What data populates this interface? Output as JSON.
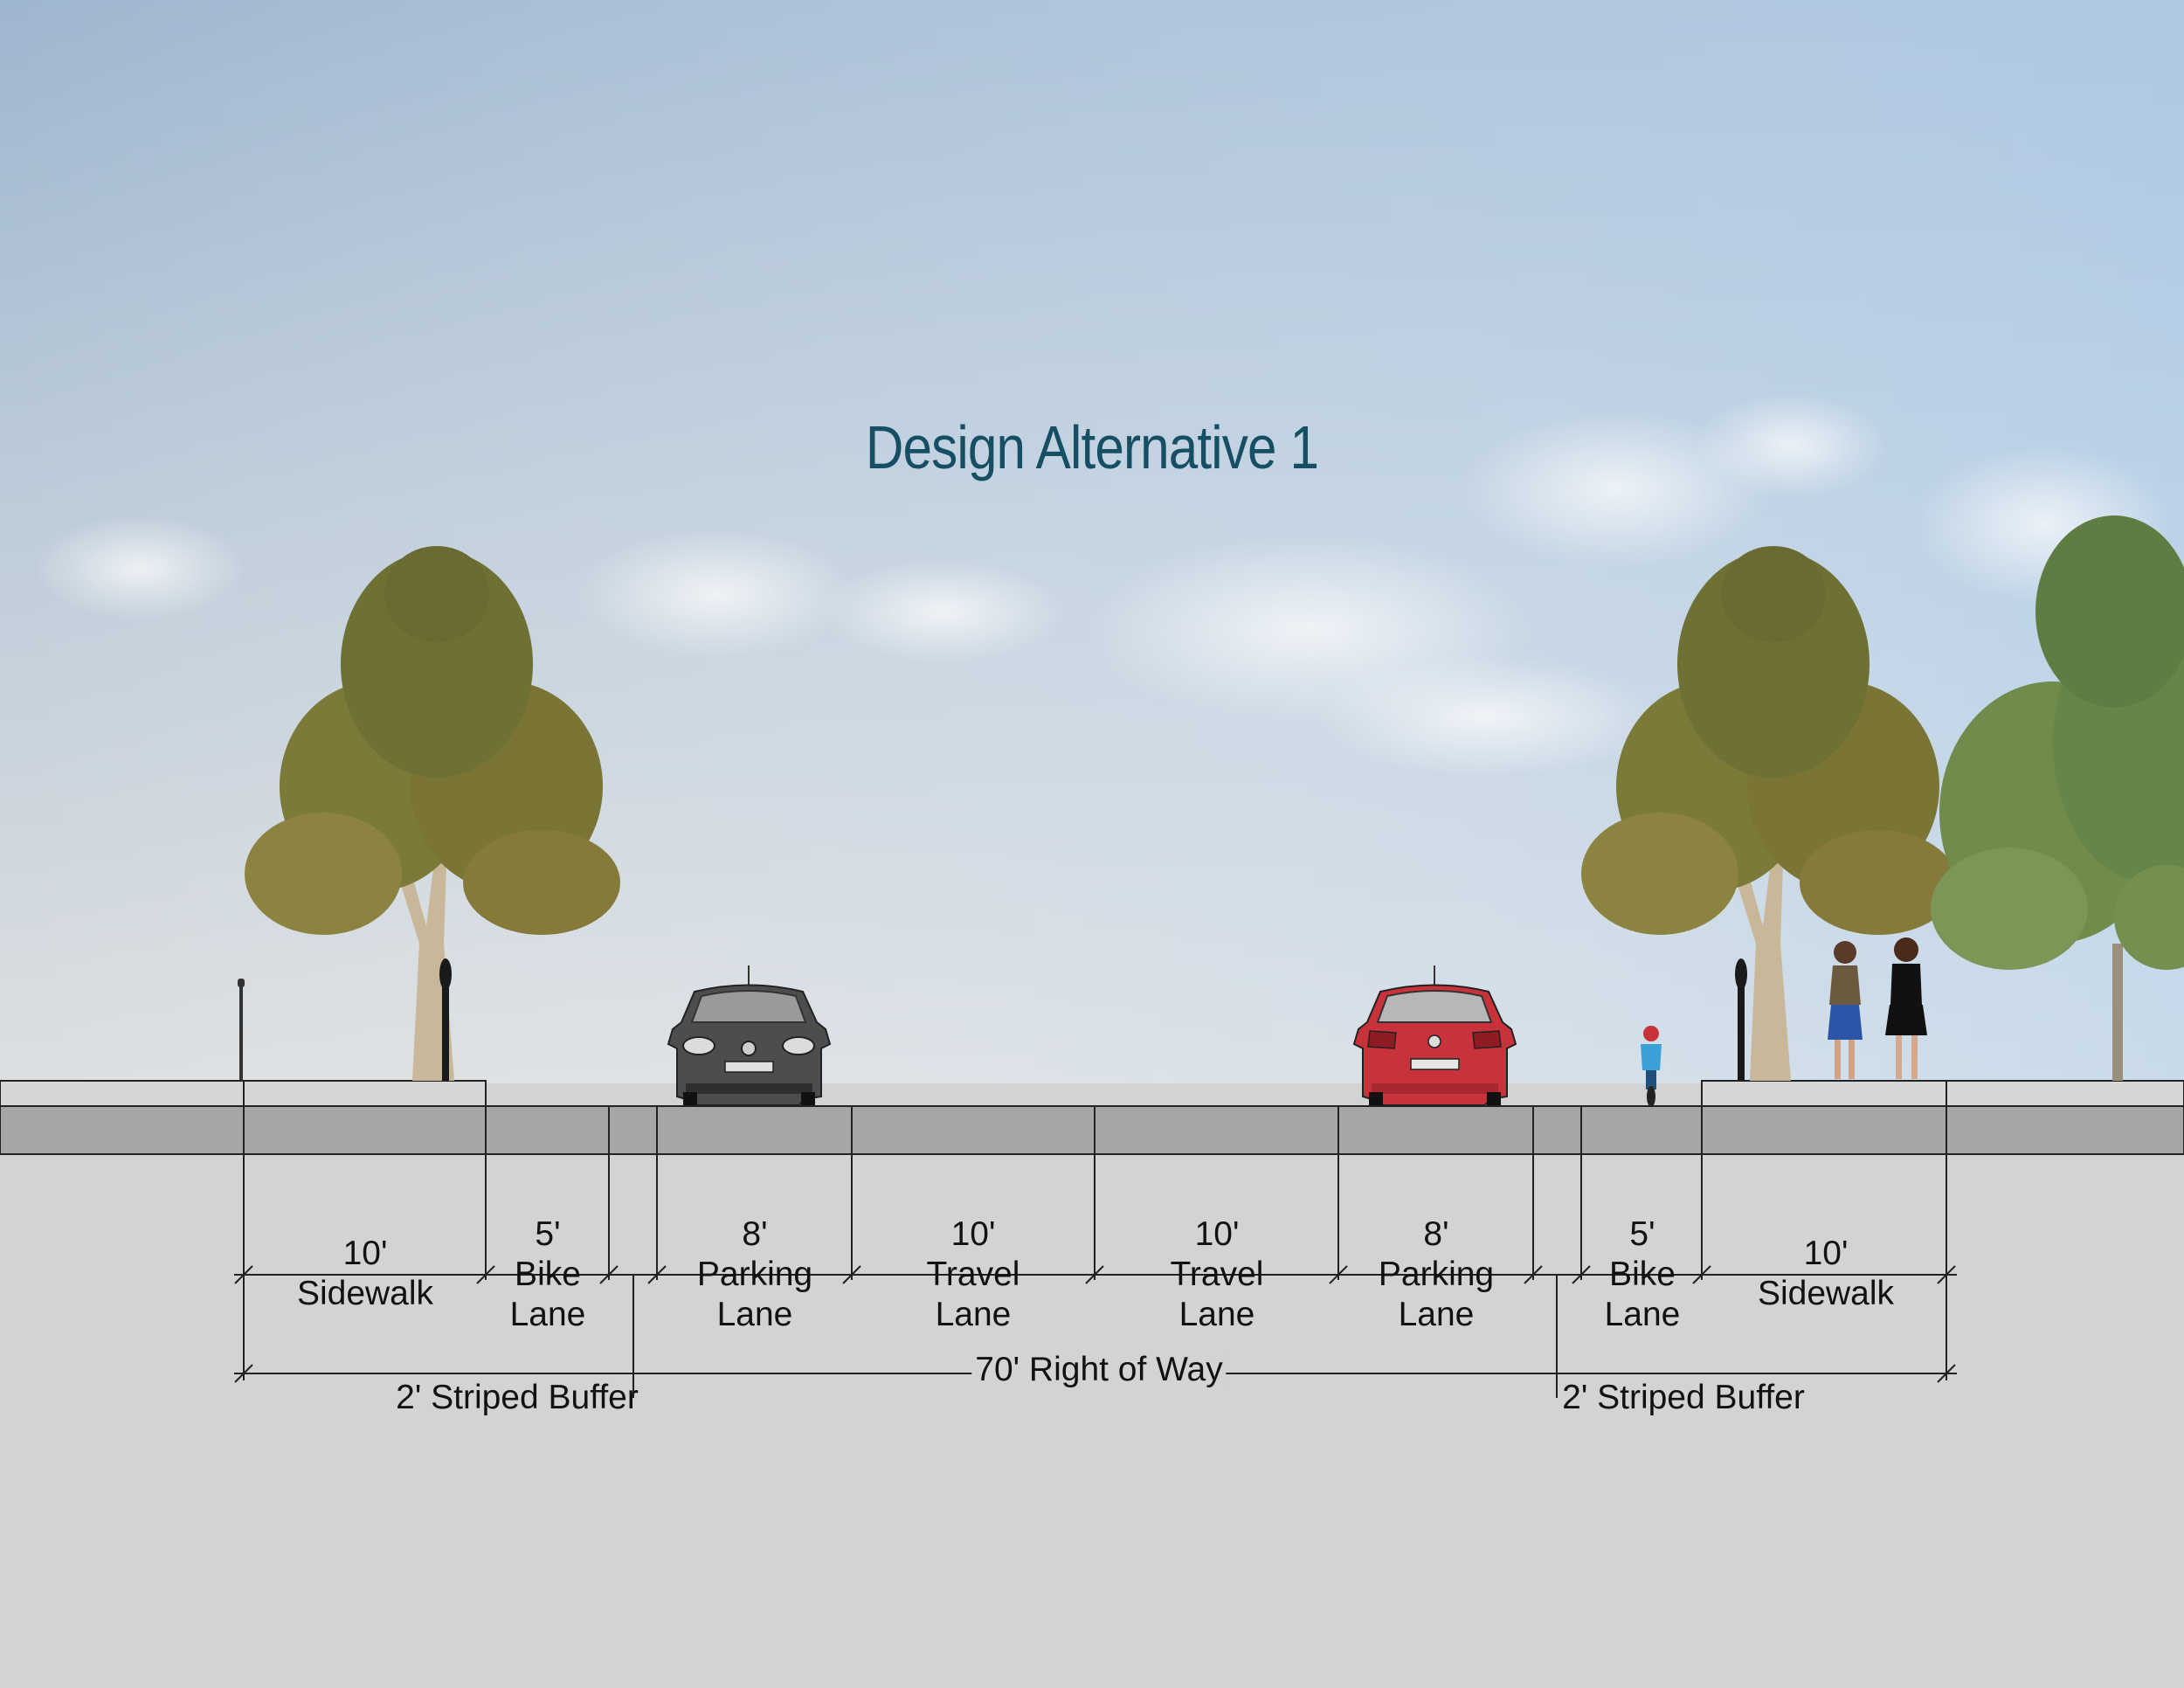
{
  "title": "Design Alternative 1",
  "segments": [
    {
      "width": "10'",
      "name": "Sidewalk"
    },
    {
      "width": "5'",
      "name_line1": "Bike",
      "name_line2": "Lane"
    },
    {
      "width": "8'",
      "name_line1": "Parking",
      "name_line2": "Lane"
    },
    {
      "width": "10'",
      "name_line1": "Travel",
      "name_line2": "Lane"
    },
    {
      "width": "10'",
      "name_line1": "Travel",
      "name_line2": "Lane"
    },
    {
      "width": "8'",
      "name_line1": "Parking",
      "name_line2": "Lane"
    },
    {
      "width": "5'",
      "name_line1": "Bike",
      "name_line2": "Lane"
    },
    {
      "width": "10'",
      "name": "Sidewalk"
    }
  ],
  "buffers": [
    "2' Striped Buffer",
    "2' Striped Buffer"
  ],
  "right_of_way": "70' Right of Way",
  "colors": {
    "title": "#164f63",
    "sky_top": "#9fb6cf",
    "sky_bottom": "#dcdfe1",
    "ground": "#d3d3d3",
    "sidewalk": "#d6d6d6",
    "road": "#a6a6a6",
    "car_left": "#4d4d4d",
    "car_right": "#c8323a"
  },
  "icons": [
    "tree-icon",
    "street-lamp-icon",
    "sign-post-icon",
    "car-icon",
    "cyclist-icon",
    "pedestrian-icon"
  ]
}
